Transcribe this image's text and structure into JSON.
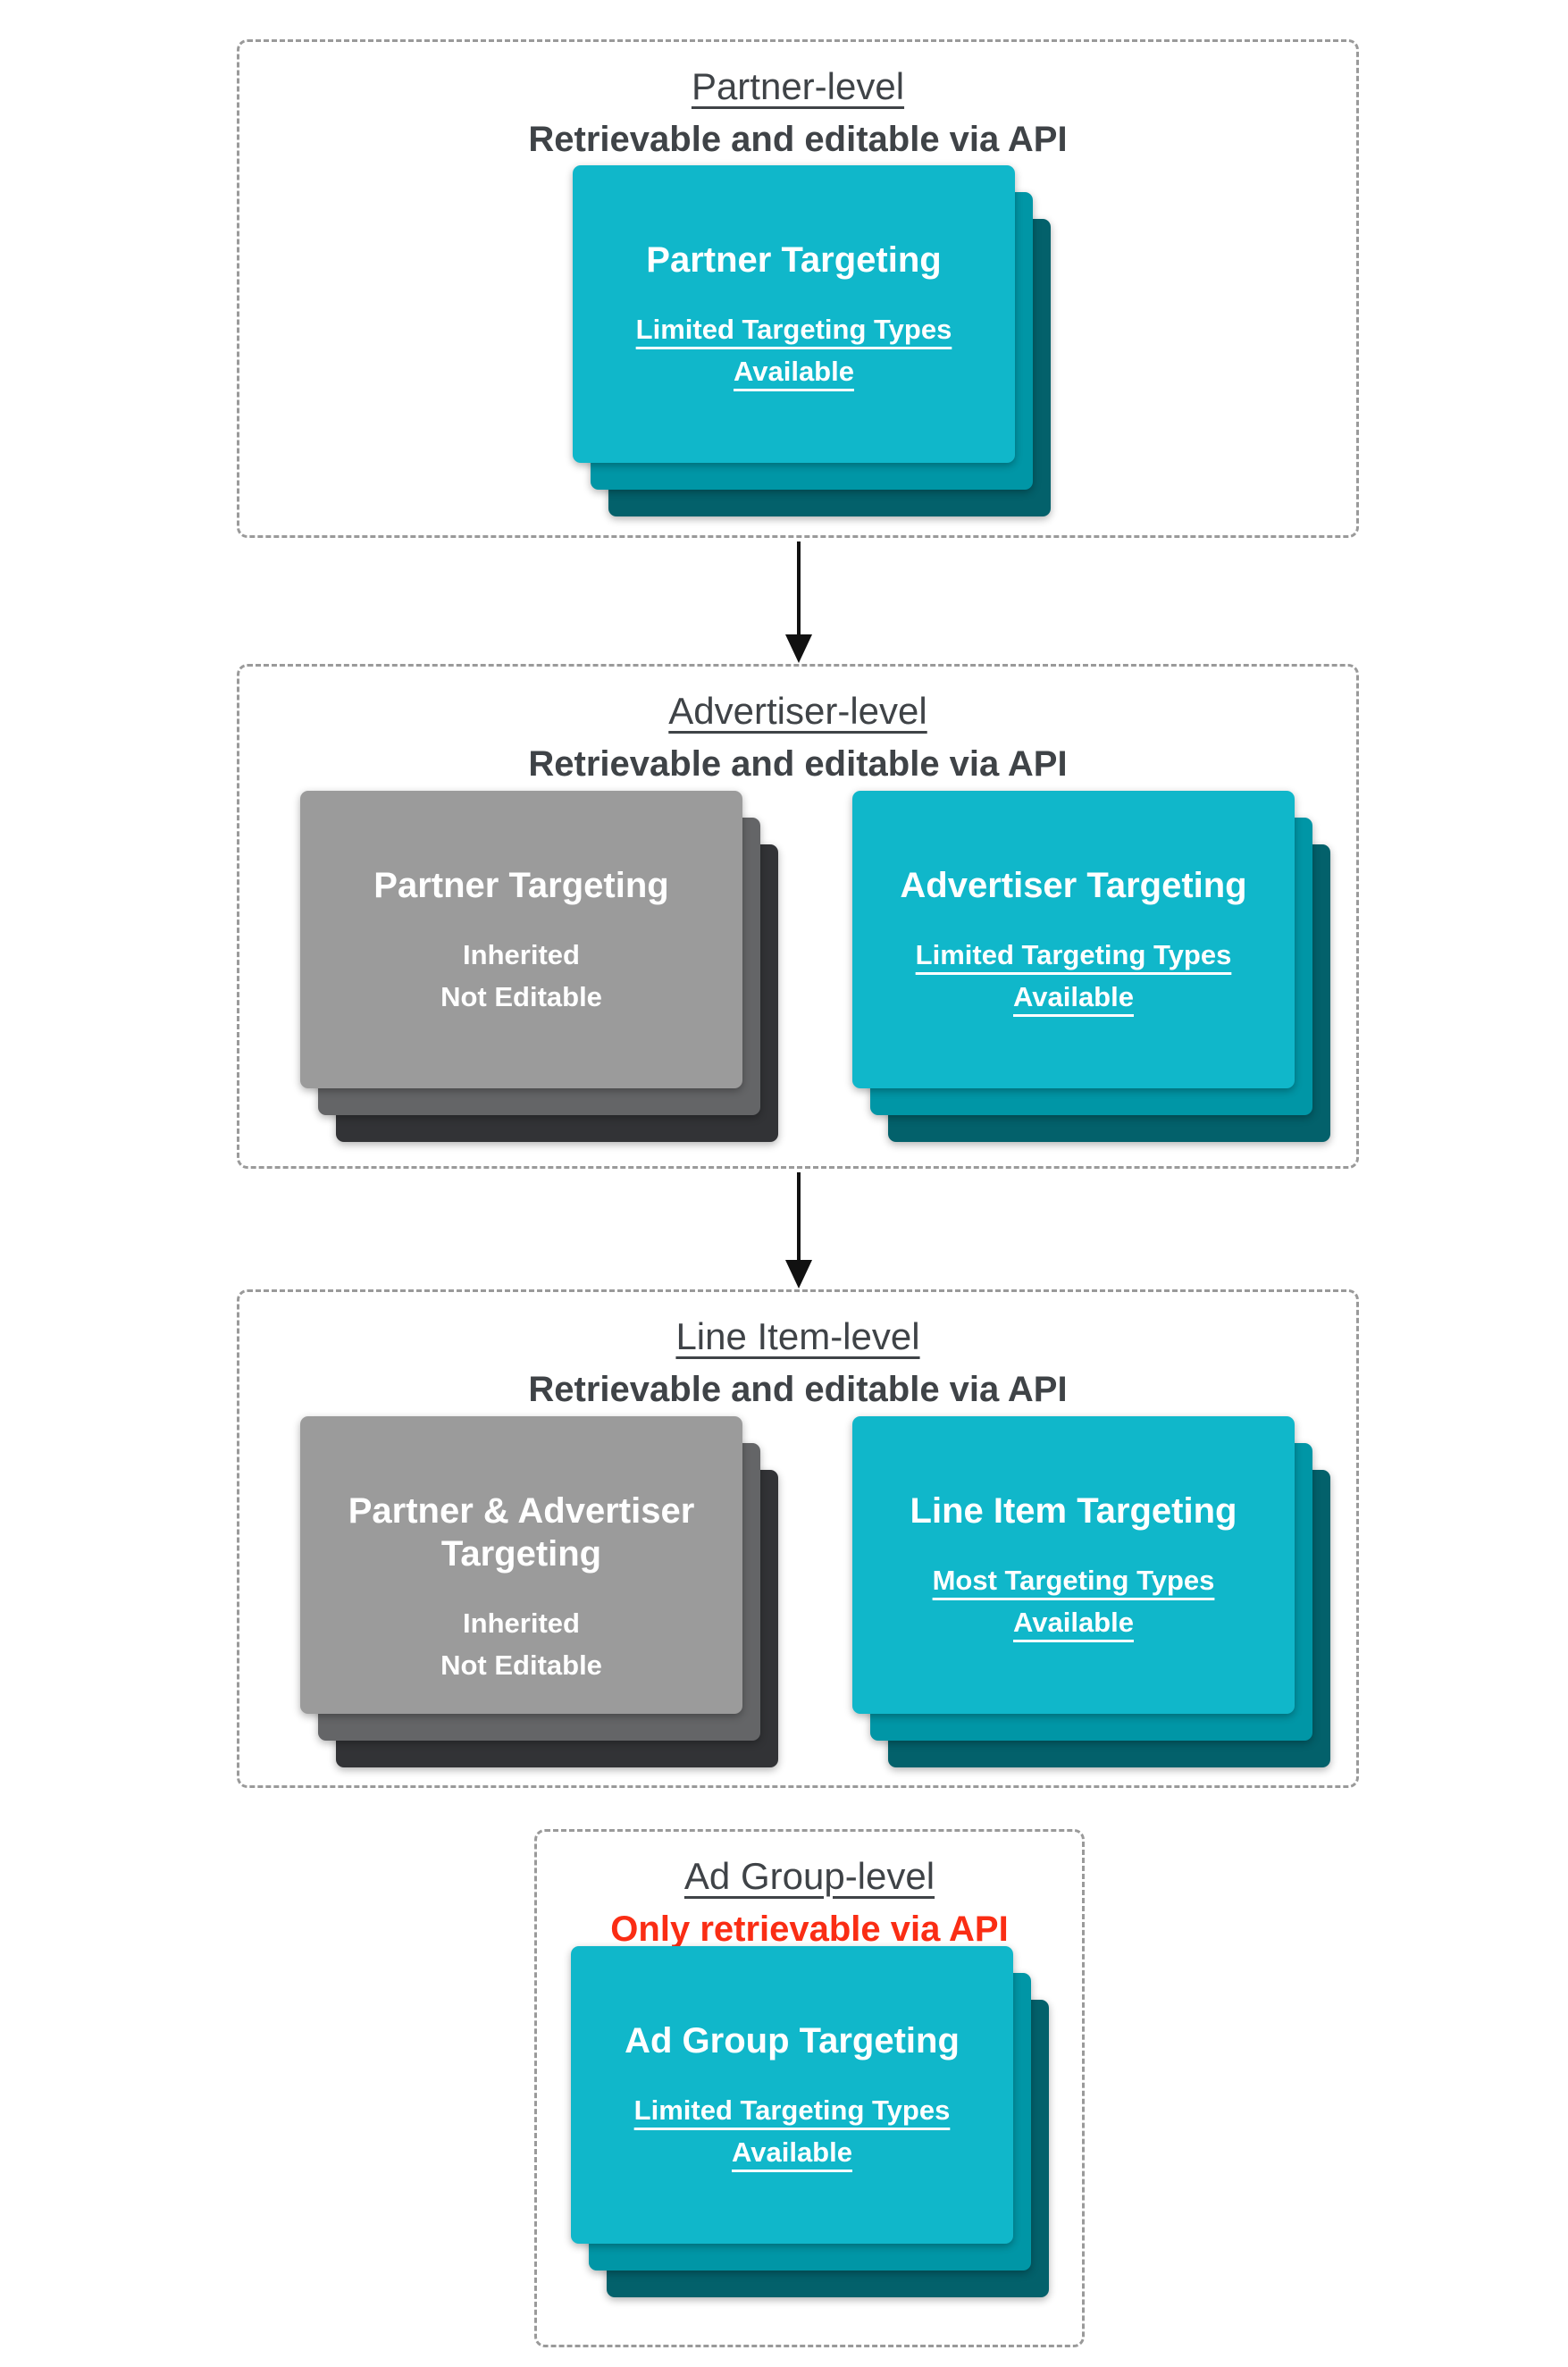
{
  "diagram": {
    "colors": {
      "teal_card": "#10b7ca",
      "teal_layer_mid": "#0096a6",
      "teal_layer_back": "#03616b",
      "gray_card": "#9b9b9b",
      "gray_layer_mid": "#646567",
      "gray_layer_back": "#323336",
      "heading_text": "#3f4347",
      "alert_red": "#fa2d14",
      "dashed_border": "#9a9a9a",
      "arrow": "#111111"
    },
    "sections": [
      {
        "level_title": "Partner-level",
        "api_note": "Retrievable and editable via API",
        "cards": [
          {
            "style": "teal",
            "title": "Partner Targeting",
            "subtitle": "Limited Targeting Types Available"
          }
        ]
      },
      {
        "level_title": "Advertiser-level",
        "api_note": "Retrievable and editable via API",
        "cards": [
          {
            "style": "gray",
            "title": "Partner Targeting",
            "subtitle": "Inherited\nNot Editable"
          },
          {
            "style": "teal",
            "title": "Advertiser Targeting",
            "subtitle": "Limited Targeting Types Available"
          }
        ]
      },
      {
        "level_title": "Line Item-level",
        "api_note": "Retrievable and editable via API",
        "cards": [
          {
            "style": "gray",
            "title": "Partner & Advertiser Targeting",
            "subtitle": "Inherited\nNot Editable"
          },
          {
            "style": "teal",
            "title": "Line Item Targeting",
            "subtitle": "Most Targeting Types Available"
          }
        ]
      },
      {
        "level_title": "Ad Group-level",
        "api_note": "Only retrievable via API",
        "cards": [
          {
            "style": "teal",
            "title": "Ad Group Targeting",
            "subtitle": "Limited Targeting Types Available"
          }
        ]
      }
    ]
  }
}
